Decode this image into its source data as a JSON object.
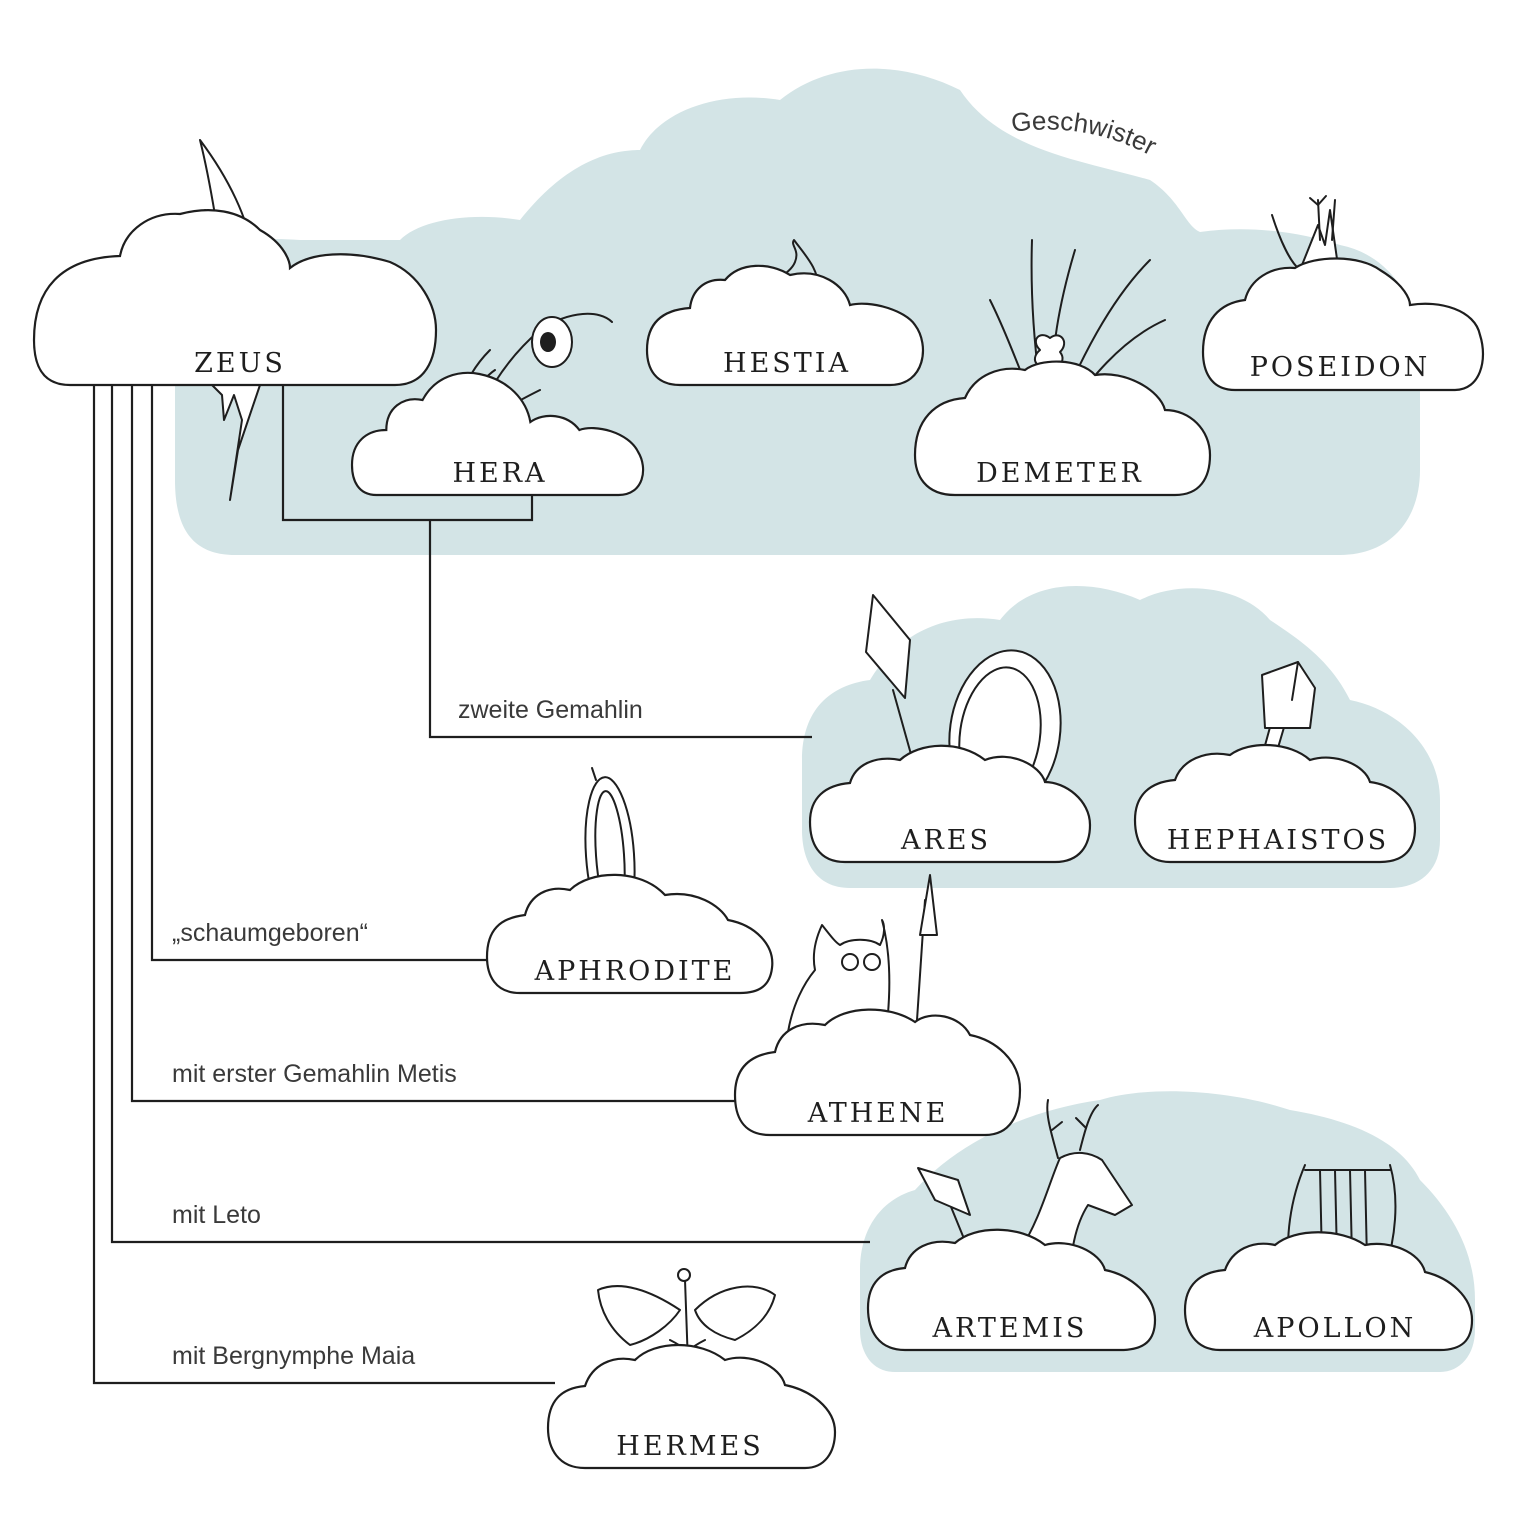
{
  "colors": {
    "background_cloud": "#d3e4e6",
    "ink": "#1e1e1e",
    "paper": "#ffffff"
  },
  "gods": {
    "zeus": "ZEUS",
    "hera": "HERA",
    "hestia": "HESTIA",
    "demeter": "DEMETER",
    "poseidon": "POSEIDON",
    "ares": "ARES",
    "hephaistos": "HEPHAISTOS",
    "aphrodite": "APHRODITE",
    "athene": "ATHENE",
    "artemis": "ARTEMIS",
    "apollon": "APOLLON",
    "hermes": "HERMES"
  },
  "relations": {
    "siblings": "Geschwister",
    "second_wife": "zweite Gemahlin",
    "foam_born": "„schaumgeboren“",
    "first_wife": "mit erster Gemahlin Metis",
    "leto": "mit Leto",
    "maia": "mit Bergnymphe Maia"
  },
  "icons": {
    "zeus": "lightning-bolt-icon",
    "hera": "peacock-feather-icon",
    "hestia": "fire-bowl-icon",
    "demeter": "wheat-sheaf-icon",
    "poseidon": "trident-icon",
    "ares": "spear-and-shield-icon",
    "hephaistos": "hammer-icon",
    "aphrodite": "hand-mirror-icon",
    "athene": "owl-and-spear-icon",
    "artemis": "deer-and-arrow-icon",
    "apollon": "lyre-icon",
    "hermes": "caduceus-icon"
  }
}
